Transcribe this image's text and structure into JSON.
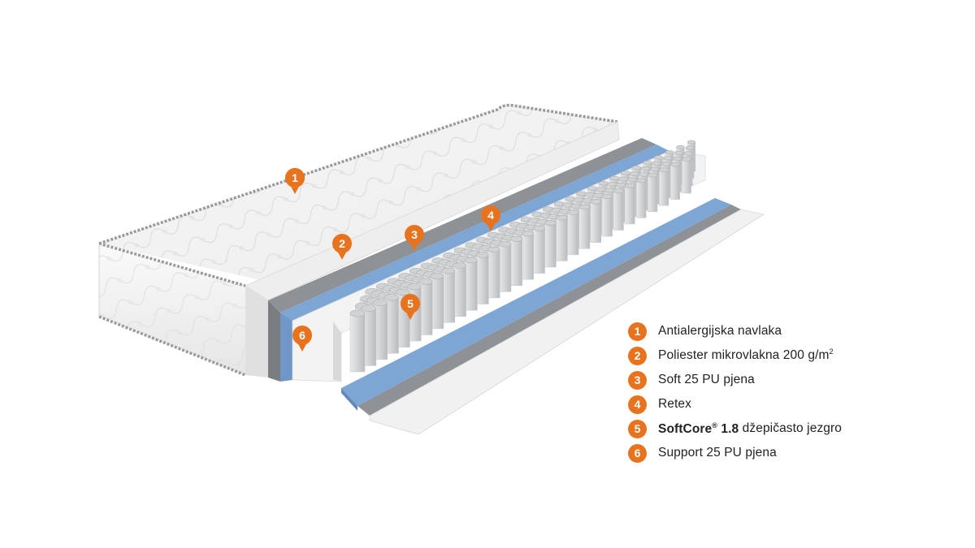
{
  "colors": {
    "accent": "#e8731e",
    "foam_blue": "#8fb2d8",
    "foam_gray": "#9a9ea4",
    "cover": "#f4f4f4"
  },
  "markers": [
    {
      "number": "1"
    },
    {
      "number": "2"
    },
    {
      "number": "3"
    },
    {
      "number": "4"
    },
    {
      "number": "5"
    },
    {
      "number": "6"
    }
  ],
  "legend": [
    {
      "number": "1",
      "text": "Antialergijska navlaka"
    },
    {
      "number": "2",
      "text": "Poliester mikrovlakna 200 g/m",
      "sup": "2"
    },
    {
      "number": "3",
      "text": "Soft 25 PU pjena"
    },
    {
      "number": "4",
      "text": "Retex"
    },
    {
      "number": "5",
      "brand": "SoftCore",
      "reg": "®",
      "model": "1.8",
      "text": " džepičasto jezgro"
    },
    {
      "number": "6",
      "text": "Support 25 PU pjena"
    }
  ]
}
